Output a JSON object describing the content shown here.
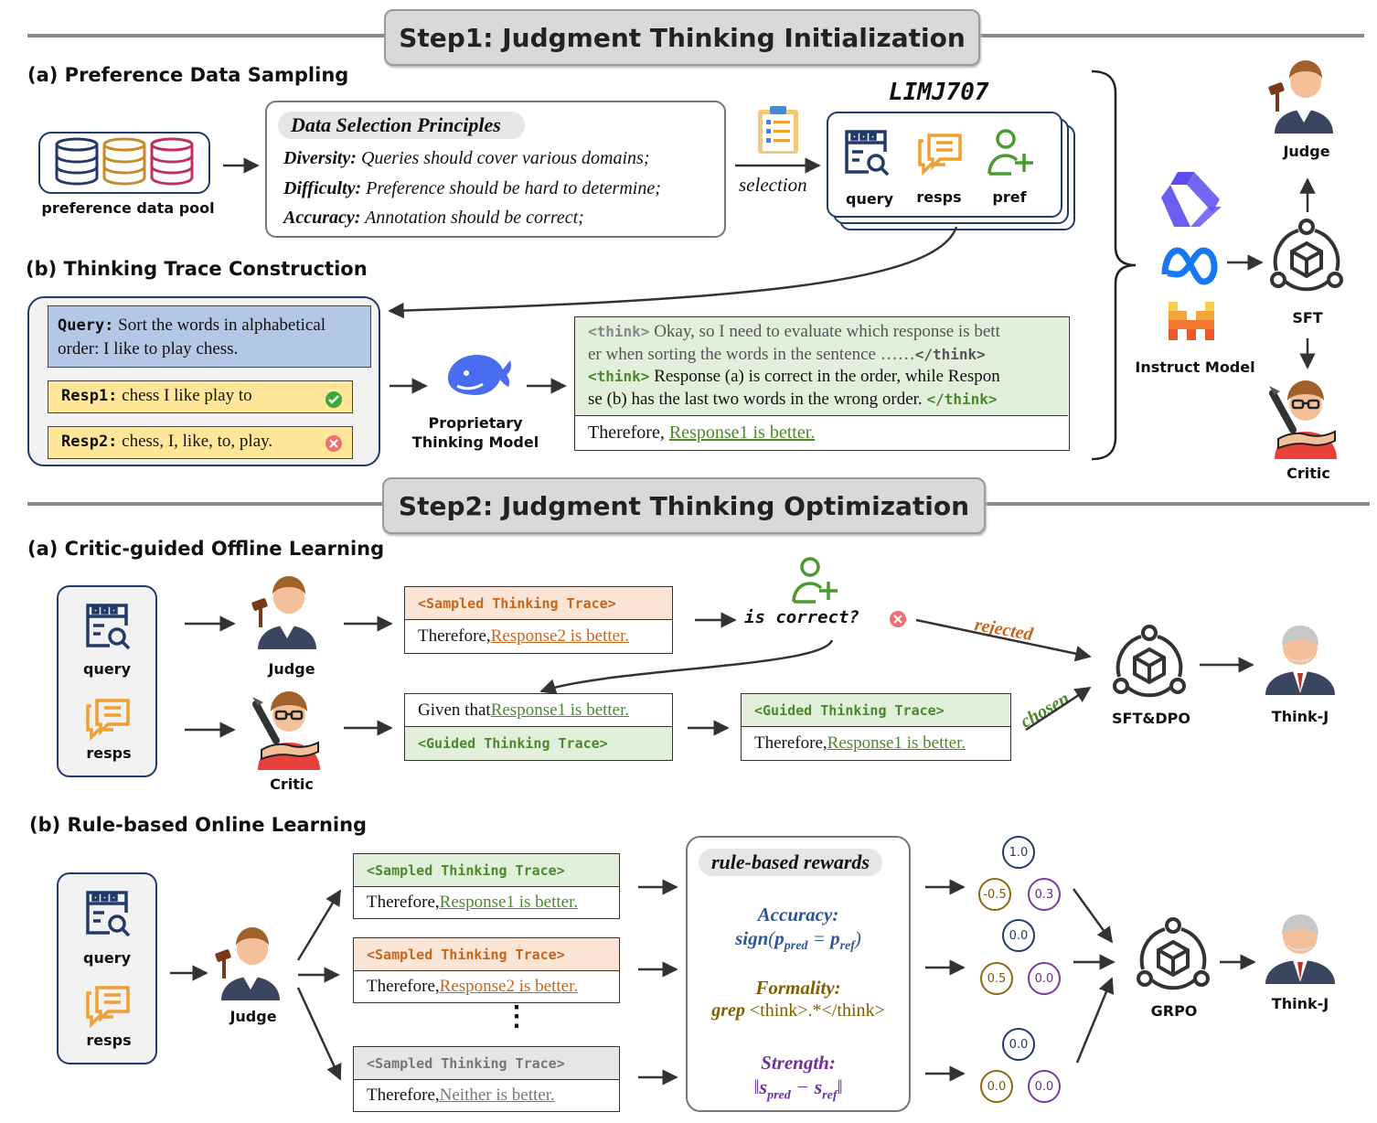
{
  "step1": {
    "title": "Step1: Judgment Thinking Initialization",
    "a_title": "(a) Preference Data Sampling",
    "pool_label": "preference data pool",
    "principles_title": "Data Selection Principles",
    "principles": [
      {
        "key": "Diversity:",
        "text": "Queries should cover various domains;"
      },
      {
        "key": "Difficulty:",
        "text": "Preference should be hard to determine;"
      },
      {
        "key": "Accuracy:",
        "text": "Annotation should be correct;"
      }
    ],
    "selection_label": "selection",
    "dataset_name": "LIMJ707",
    "dataset_items": [
      "query",
      "resps",
      "pref"
    ],
    "b_title": "(b) Thinking Trace Construction",
    "query_key": "Query:",
    "query_text": "Sort the words in alphabetical order: I like to play chess.",
    "resp1_key": "Resp1:",
    "resp1_text": "chess I like play to",
    "resp2_key": "Resp2:",
    "resp2_text": "chess, I, like, to, play.",
    "model_label_1": "Proprietary",
    "model_label_2": "Thinking Model",
    "think_tag_open": "<think>",
    "think_tag_close": "</think>",
    "think1_text_1": " Okay, so I need to evaluate which response is bett",
    "think1_text_2": "er when sorting the words in the sentence ……",
    "think2_text_1": " Response (a) is correct in the order, while Respon",
    "think2_text_2": "se (b) has the last two words in the wrong order. ",
    "therefore": "Therefore, ",
    "conclusion1": "Response1 is better.",
    "instruct_label": "Instruct Model",
    "sft_label": "SFT",
    "judge_label": "Judge",
    "critic_label": "Critic"
  },
  "step2": {
    "title": "Step2: Judgment Thinking Optimization",
    "a_title": "(a) Critic-guided Offline Learning",
    "query_label": "query",
    "resps_label": "resps",
    "judge_label": "Judge",
    "critic_label": "Critic",
    "sampled_trace": "<Sampled Thinking Trace>",
    "guided_trace": "<Guided Thinking Trace>",
    "therefore": "Therefore, ",
    "resp1_better": "Response1 is better.",
    "resp2_better": "Response2 is better.",
    "neither_better": "Neither is better.",
    "given_that": "Given that ",
    "is_correct": "is correct?",
    "rejected": "rejected",
    "chosen": "chosen",
    "sftdpo_label": "SFT&DPO",
    "thinkj_label": "Think-J",
    "b_title": "(b) Rule-based Online Learning",
    "ellipsis": "⋮",
    "rewards_title": "rule-based rewards",
    "accuracy_label": "Accuracy:",
    "accuracy_formula": "sign(p_pred = p_ref)",
    "formality_label": "Formality:",
    "formality_formula": "grep <think>.*</think>",
    "strength_label": "Strength:",
    "strength_formula": "‖s_pred − s_ref‖",
    "scores": [
      {
        "top": "1.0",
        "left": "-0.5",
        "right": "0.3"
      },
      {
        "top": "0.0",
        "left": "0.5",
        "right": "0.0"
      },
      {
        "top": "0.0",
        "left": "0.0",
        "right": "0.0"
      }
    ],
    "grpo_label": "GRPO"
  }
}
